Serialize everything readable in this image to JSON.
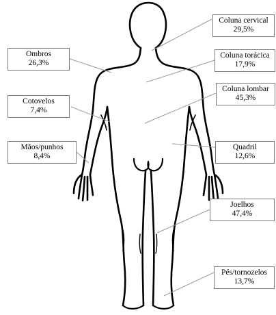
{
  "figure": {
    "regions": [
      {
        "id": "coluna-cervical",
        "name": "Coluna cervical",
        "value": "29,5%"
      },
      {
        "id": "ombros",
        "name": "Ombros",
        "value": "26,3%"
      },
      {
        "id": "coluna-toracica",
        "name": "Coluna torácica",
        "value": "17,9%"
      },
      {
        "id": "coluna-lombar",
        "name": "Coluna lombar",
        "value": "45,3%"
      },
      {
        "id": "cotovelos",
        "name": "Cotovelos",
        "value": "7,4%"
      },
      {
        "id": "maos-punhos",
        "name": "Mãos/punhos",
        "value": "8,4%"
      },
      {
        "id": "quadril",
        "name": "Quadril",
        "value": "12,6%"
      },
      {
        "id": "joelhos",
        "name": "Joelhos",
        "value": "47,4%"
      },
      {
        "id": "pes-tornozelos",
        "name": "Pés/tornozelos",
        "value": "13,7%"
      }
    ]
  }
}
